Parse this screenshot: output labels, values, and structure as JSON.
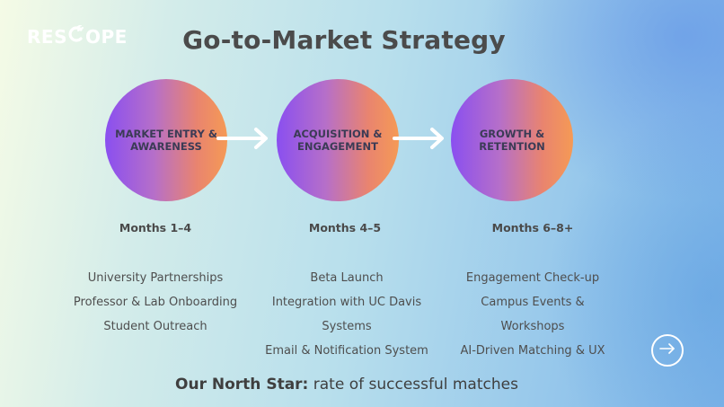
{
  "logo": {
    "text_left": "RES",
    "text_right": "OPE",
    "mark_icon": "scope-c-icon"
  },
  "title": "Go-to-Market Strategy",
  "phases": [
    {
      "label": "MARKET ENTRY & AWARENESS",
      "months": "Months 1–4",
      "items": [
        "University Partnerships",
        "Professor & Lab Onboarding",
        "Student Outreach"
      ]
    },
    {
      "label": "ACQUISITION & ENGAGEMENT",
      "months": "Months 4–5",
      "items": [
        "Beta Launch",
        "Integration with UC Davis",
        "Systems",
        "Email & Notification System"
      ]
    },
    {
      "label": "GROWTH & RETENTION",
      "months": "Months 6–8+",
      "items": [
        "Engagement Check-up",
        "Campus Events &",
        "Workshops",
        "AI-Driven Matching & UX"
      ]
    }
  ],
  "north_star": {
    "label": "Our North Star:",
    "text": " rate of successful matches"
  },
  "next_button": {
    "icon": "arrow-right-icon"
  },
  "colors": {
    "title": "#4b4b4b",
    "circle_start": "#8a4ff0",
    "circle_end": "#f59a55",
    "arrow": "#ffffff"
  }
}
